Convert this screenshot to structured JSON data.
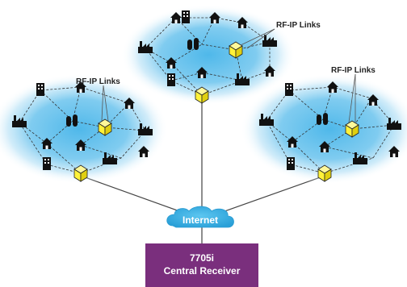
{
  "clusters": [
    {
      "name": "top",
      "links_label": "RF-IP Links"
    },
    {
      "name": "left",
      "links_label": "RF-IP Links"
    },
    {
      "name": "right",
      "links_label": "RF-IP Links"
    }
  ],
  "internet": {
    "label": "Internet"
  },
  "receiver": {
    "line1": "7705i",
    "line2": "Central Receiver"
  },
  "colors": {
    "cloud_glow": "#4fb8ea",
    "internet_cloud": "#3cb3e6",
    "receiver_box": "#7a2f7d",
    "node_cube": "#fff23a",
    "icon": "#111111",
    "links": "#333333"
  },
  "icons": [
    "house-icon",
    "factory-icon",
    "office-building-icon",
    "silo-icon",
    "network-node-cube-icon",
    "cloud-icon"
  ]
}
